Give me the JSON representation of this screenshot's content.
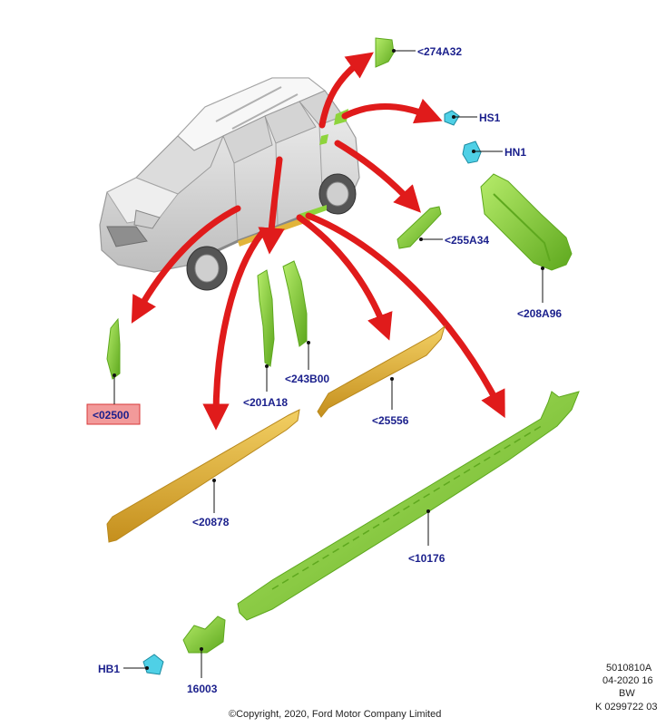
{
  "colors": {
    "arrow": "#e01b1b",
    "part_green": "#8ed43c",
    "part_green_dark": "#5ea81e",
    "part_yellow": "#e2b43a",
    "part_yellow_dark": "#b8881c",
    "clip_cyan": "#4fd0e6",
    "label_text": "#1a1f8c",
    "highlight_fill": "#f29a9a",
    "highlight_border": "#d83838",
    "vehicle_body": "#e6e6e6"
  },
  "labels": {
    "p274A32": "<274A32",
    "hs1": "HS1",
    "hn1": "HN1",
    "p255A34": "<255A34",
    "p208A96": "<208A96",
    "p243B00": "<243B00",
    "p201A18": "<201A18",
    "p02500": "<02500",
    "p25556": "<25556",
    "p20878": "<20878",
    "p10176": "<10176",
    "hb1": "HB1",
    "p16003": "16003"
  },
  "meta": {
    "ref_code": "5010810A",
    "date_code": "04-2020 16",
    "bw": "BW",
    "k_code": "K 0299722 03",
    "copyright": "©Copyright, 2020, Ford Motor Company Limited"
  }
}
